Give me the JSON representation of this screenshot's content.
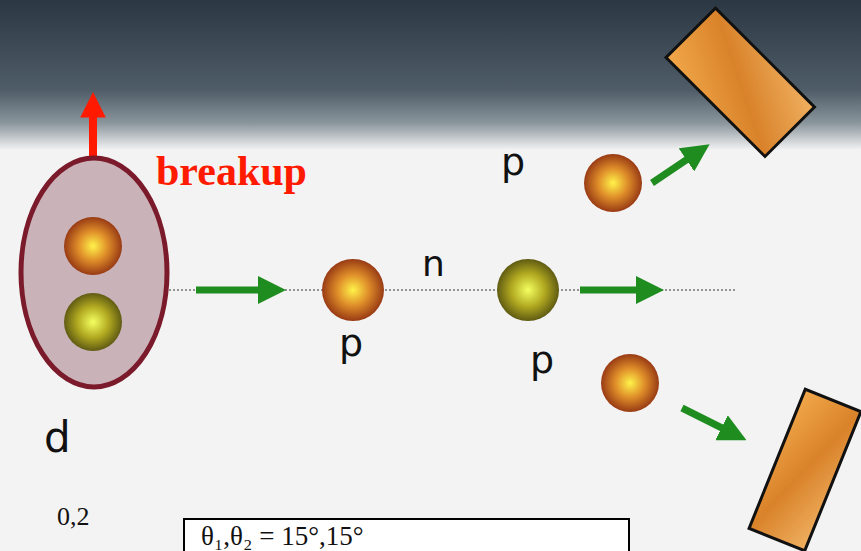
{
  "diagram": {
    "nodes": [
      {
        "text": [
          "d"
        ]
      },
      {
        "text": [
          "p"
        ]
      },
      {
        "text": [
          "n"
        ]
      },
      {
        "text": [
          "p"
        ]
      },
      {
        "text": [
          "p"
        ]
      },
      {
        "text": [
          "θ₁,θ₂ = 15°,15°"
        ]
      }
    ],
    "labels": [
      "breakup",
      "0,2"
    ]
  }
}
